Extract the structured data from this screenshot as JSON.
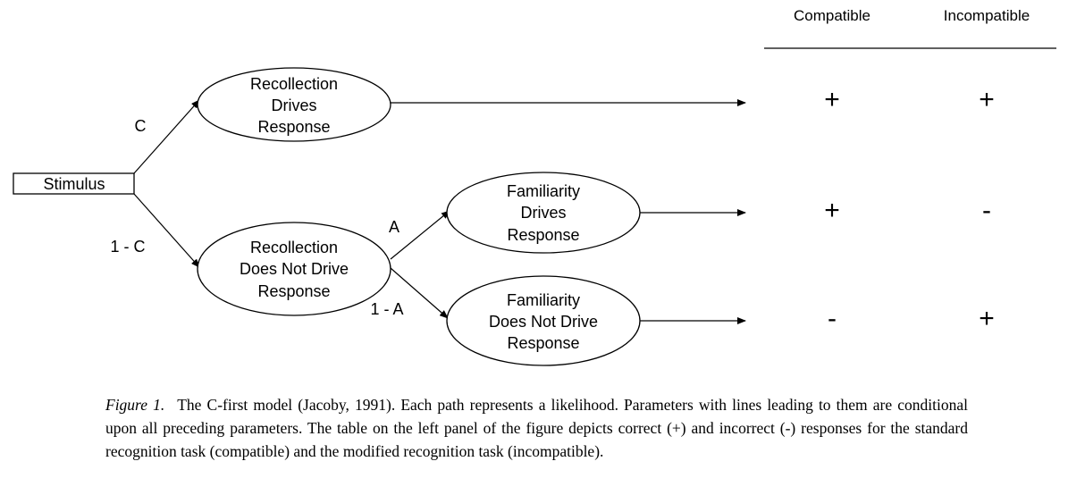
{
  "table": {
    "headers": [
      "Compatible",
      "Incompatible"
    ],
    "rows": [
      {
        "compatible": "+",
        "incompatible": "+"
      },
      {
        "compatible": "+",
        "incompatible": "-"
      },
      {
        "compatible": "-",
        "incompatible": "+"
      }
    ]
  },
  "nodes": {
    "stimulus": "Stimulus",
    "recollection_drives": [
      "Recollection",
      "Drives",
      "Response"
    ],
    "recollection_not": [
      "Recollection",
      "Does Not Drive",
      "Response"
    ],
    "familiarity_drives": [
      "Familiarity",
      "Drives",
      "Response"
    ],
    "familiarity_not": [
      "Familiarity",
      "Does Not Drive",
      "Response"
    ]
  },
  "edges": {
    "c": "C",
    "one_minus_c": "1 - C",
    "a": "A",
    "one_minus_a": "1 - A"
  },
  "caption": {
    "label": "Figure 1.",
    "text": "The C-first model (Jacoby, 1991). Each path represents a likelihood. Parameters with lines leading to them are conditional upon all preceding parameters. The table on the left panel of the figure depicts correct (+) and incorrect (-) responses for the standard recognition task (compatible) and the modified recognition task (incompatible)."
  }
}
